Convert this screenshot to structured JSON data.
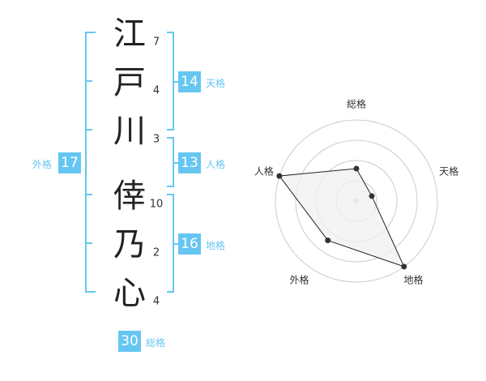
{
  "name_chars": [
    {
      "char": "江",
      "strokes": "7"
    },
    {
      "char": "戸",
      "strokes": "4"
    },
    {
      "char": "川",
      "strokes": "3"
    },
    {
      "char": "倖",
      "strokes": "10"
    },
    {
      "char": "乃",
      "strokes": "2"
    },
    {
      "char": "心",
      "strokes": "4"
    }
  ],
  "fortunes": {
    "tenkaku": {
      "value": "14",
      "label": "天格"
    },
    "jinkaku": {
      "value": "13",
      "label": "人格"
    },
    "chikaku": {
      "value": "16",
      "label": "地格"
    },
    "gaikaku": {
      "value": "17",
      "label": "外格"
    },
    "soukaku": {
      "value": "30",
      "label": "総格"
    }
  },
  "colors": {
    "accent": "#66c6f2",
    "text": "#222222",
    "radar_fill": "#f0f0f0",
    "grid": "#cccccc"
  },
  "chart_data": {
    "type": "radar",
    "axes": [
      "総格",
      "天格",
      "地格",
      "外格",
      "人格"
    ],
    "values": [
      2,
      1,
      5,
      3,
      5
    ],
    "max": 5,
    "rings": 4
  }
}
